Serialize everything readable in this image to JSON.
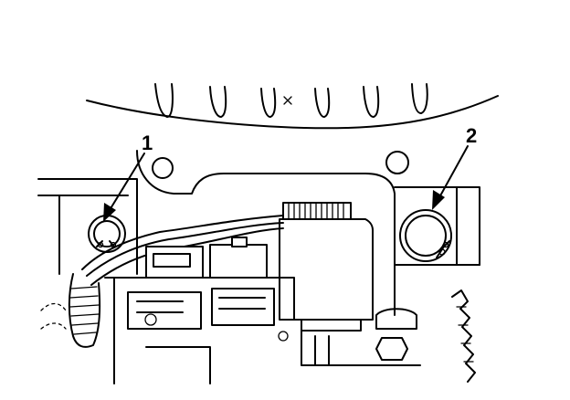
{
  "diagram": {
    "callouts": [
      {
        "label": "1",
        "target": "left-snap-ring"
      },
      {
        "label": "2",
        "target": "right-snap-ring"
      }
    ],
    "line_color": "#000000",
    "background_color": "#ffffff"
  }
}
